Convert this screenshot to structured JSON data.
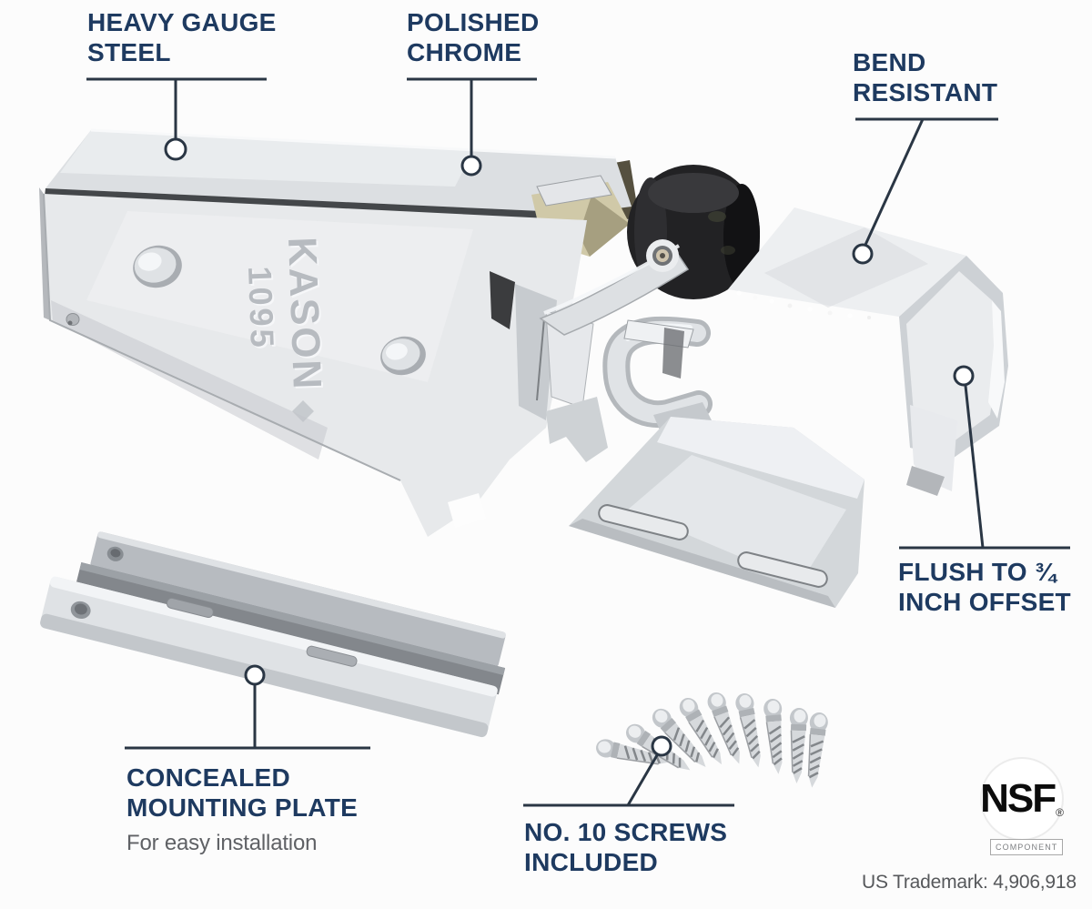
{
  "colors": {
    "label_navy": "#1e3a60",
    "callout_line": "#2a3644",
    "subtext_gray": "#5f6165",
    "trademark_gray": "#56585b",
    "background": "#fcfcfc",
    "chrome_light": "#eef0f2",
    "chrome_mid": "#cfd3d6",
    "wheel_black": "#222224",
    "cream_housing": "#d0c9a8"
  },
  "callouts": {
    "heavy_gauge_steel": {
      "line1": "HEAVY GAUGE",
      "line2": "STEEL"
    },
    "polished_chrome": {
      "line1": "POLISHED",
      "line2": "CHROME"
    },
    "bend_resistant": {
      "line1": "BEND",
      "line2": "RESISTANT"
    },
    "flush_offset": {
      "line1": "FLUSH TO ¾",
      "line2": "INCH OFFSET"
    },
    "concealed_mounting_plate": {
      "line1": "CONCEALED",
      "line2": "MOUNTING PLATE",
      "subtext": "For easy installation"
    },
    "screws_included": {
      "line1": "NO. 10 SCREWS",
      "line2": "INCLUDED"
    }
  },
  "engraving": {
    "brand": "KASON",
    "model": "1095"
  },
  "certification": {
    "name": "NSF",
    "registered": "®",
    "component": "COMPONENT"
  },
  "footer": {
    "trademark": "US Trademark: 4,906,918"
  }
}
